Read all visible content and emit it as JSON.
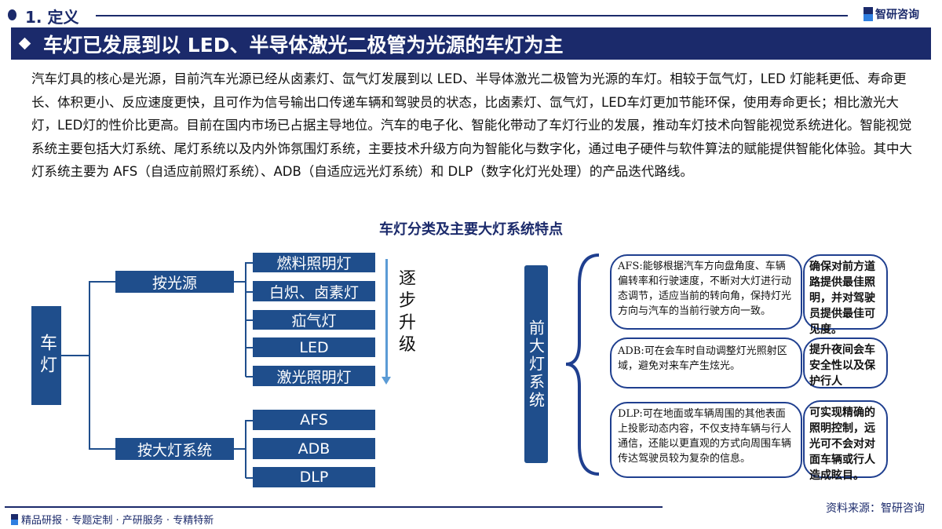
{
  "header": {
    "section": "1. 定义",
    "logo": "智研咨询"
  },
  "title": "车灯已发展到以 LED、半导体激光二极管为光源的车灯为主",
  "paragraph": "汽车灯具的核心是光源，目前汽车光源已经从卤素灯、氙气灯发展到以 LED、半导体激光二极管为光源的车灯。相较于氙气灯，LED 灯能耗更低、寿命更长、体积更小、反应速度更快，且可作为信号输出口传递车辆和驾驶员的状态，比卤素灯、氙气灯，LED车灯更加节能环保，使用寿命更长；相比激光大灯，LED灯的性价比更高。目前在国内市场已占据主导地位。汽车的电子化、智能化带动了车灯行业的发展，推动车灯技术向智能视觉系统进化。智能视觉系统主要包括大灯系统、尾灯系统以及内外饰氛围灯系统，主要技术升级方向为智能化与数字化，通过电子硬件与软件算法的赋能提供智能化体验。其中大灯系统主要为 AFS（自适应前照灯系统）、ADB（自适应远光灯系统）和 DLP（数字化灯光处理）的产品迭代路线。",
  "diagram": {
    "title": "车灯分类及主要大灯系统特点",
    "root": "车灯",
    "by_source": "按光源",
    "sources": [
      "燃料照明灯",
      "白炽、卤素灯",
      "疝气灯",
      "LED",
      "激光照明灯"
    ],
    "upgrade": "逐步升级",
    "by_headlamp": "按大灯系统",
    "headlamps": [
      "AFS",
      "ADB",
      "DLP"
    ],
    "front": "前大灯系统",
    "features": [
      {
        "desc": "AFS:能够根据汽车方向盘角度、车辆偏转率和行驶速度，不断对大灯进行动态调节，适应当前的转向角，保持灯光方向与汽车的当前行驶方向一致。",
        "benefit": "确保对前方道路提供最佳照明，并对驾驶员提供最佳可见度。"
      },
      {
        "desc": "ADB:可在会车时自动调整灯光照射区域，避免对来车产生炫光。",
        "benefit": "提升夜间会车安全性以及保护行人"
      },
      {
        "desc": "DLP:可在地面或车辆周围的其他表面上投影动态内容，不仅支持车辆与行人通信，还能以更直观的方式向周围车辆传达驾驶员较为复杂的信息。",
        "benefit": "可实现精确的照明控制，远光可不会对对面车辆或行人造成眩目。"
      }
    ]
  },
  "source": "资料来源：智研咨询",
  "footer": "精品研报 · 专题定制 · 产研服务 · 专精特新"
}
